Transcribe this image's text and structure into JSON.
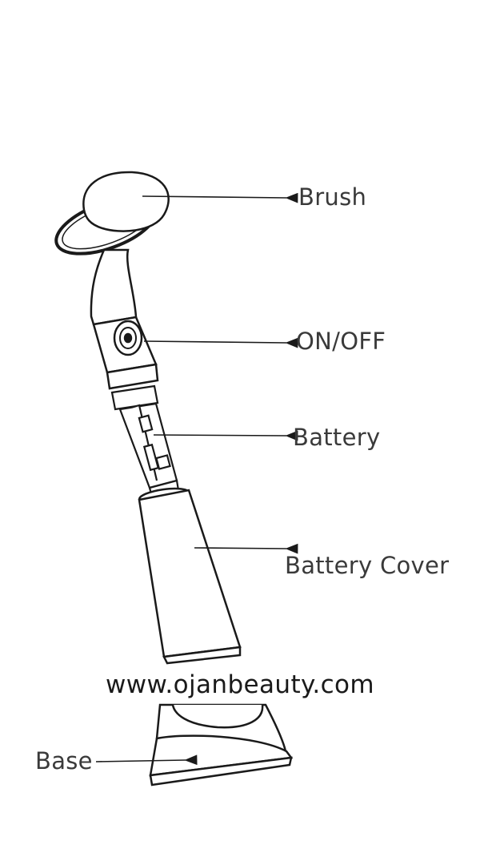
{
  "labels": {
    "brush": "Brush",
    "on_off": "ON/OFF",
    "battery": "Battery",
    "battery_cover": "Battery Cover",
    "base": "Base"
  },
  "website": "www.ojanbeauty.com",
  "colors": {
    "line": "#1a1a1a",
    "label_text": "#3a3a3a",
    "background": "#ffffff"
  }
}
